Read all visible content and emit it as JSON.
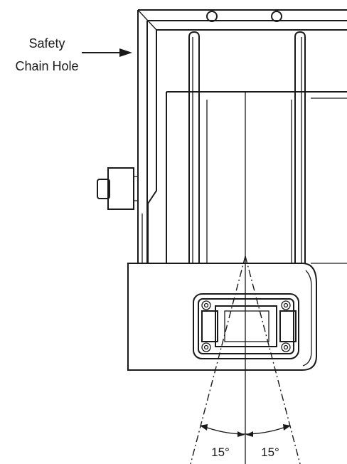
{
  "labels": {
    "callout_line1": "Safety",
    "callout_line2": "Chain Hole",
    "angle_left": "15°",
    "angle_right": "15°"
  },
  "angles": {
    "left_deg": 15,
    "right_deg": 15
  },
  "colors": {
    "line": "#1a1a1a",
    "background": "#ffffff"
  }
}
